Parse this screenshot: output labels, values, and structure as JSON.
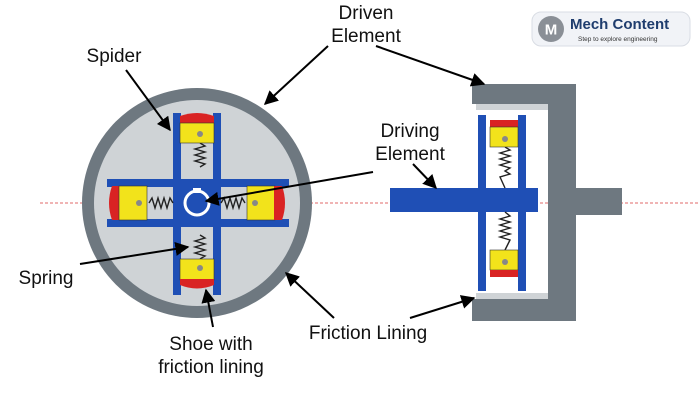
{
  "brand": {
    "initial": "M",
    "name": "Mech Content",
    "tagline": "Step to explore engineering"
  },
  "labels": {
    "driven_element_line1": "Driven",
    "driven_element_line2": "Element",
    "spider": "Spider",
    "driving_element_line1": "Driving",
    "driving_element_line2": "Element",
    "spring": "Spring",
    "shoe_line1": "Shoe with",
    "shoe_line2": "friction lining",
    "friction_lining": "Friction Lining"
  },
  "colors": {
    "drum": "#6e7880",
    "drum_inner": "#cfd3d6",
    "spider": "#1f4fb5",
    "shoe": "#f2e31b",
    "lining": "#d92323",
    "shaft_line": "#e06a6a"
  }
}
